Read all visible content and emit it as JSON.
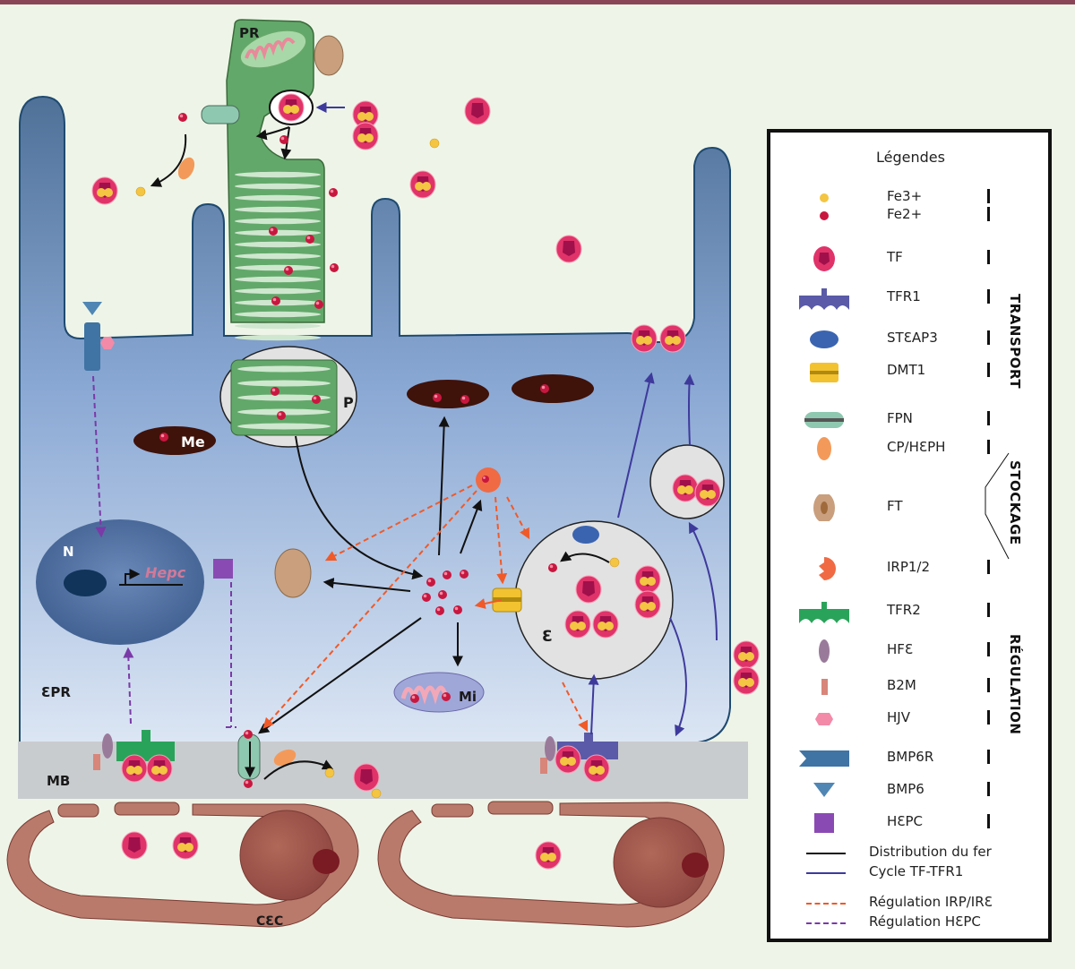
{
  "colors": {
    "background": "#eef5e8",
    "top_band": "#8a4656",
    "epr_cell": "#7f9cc8",
    "photoreceptor": "#62a86a",
    "membrane": "#c9cccf",
    "capillary": "#b97a6c",
    "fe3": "#f4c542",
    "fe2": "#c8173f",
    "tf": "#e0336a",
    "tfr1": "#5a5aa8",
    "tfr2": "#2aa35a",
    "steap3": "#3a64b0",
    "dmt1": "#f2c230",
    "fpn": "#8fc8b0",
    "cp_heph": "#f39a5a",
    "ft": "#c99f7e",
    "irp": "#f06a44",
    "hfe": "#9a7a9a",
    "b2m": "#d8857a",
    "hjv": "#f28aa8",
    "bmp6r": "#3f74a4",
    "bmp6": "#4f86b4",
    "hepc": "#8a4ab4",
    "arrow_iron": "#111111",
    "arrow_cycle": "#3e3a9c",
    "arrow_irp": "#f05a28",
    "arrow_hepc": "#7a3aa8"
  },
  "diagram_labels": {
    "pr": "PR",
    "p": "P",
    "me": "Me",
    "n": "N",
    "hepc_gene": "Hepc",
    "e": "Ɛ",
    "mi": "Mi",
    "epr": "ƐPR",
    "mb": "MB",
    "cec": "CƐC"
  },
  "legend": {
    "title": "Légendes",
    "items": [
      {
        "label": "Fe3+",
        "icon": "fe3-icon"
      },
      {
        "label": "Fe2+",
        "icon": "fe2-icon"
      },
      {
        "label": "TF",
        "icon": "tf-icon"
      },
      {
        "label": "TFR1",
        "icon": "tfr1-icon"
      },
      {
        "label": "STƐAP3",
        "icon": "steap3-icon"
      },
      {
        "label": "DMT1",
        "icon": "dmt1-icon"
      },
      {
        "label": "FPN",
        "icon": "fpn-icon"
      },
      {
        "label": "CP/HƐPH",
        "icon": "cp-heph-icon"
      },
      {
        "label": "FT",
        "icon": "ferritin-icon"
      },
      {
        "label": "IRP1/2",
        "icon": "irp-icon"
      },
      {
        "label": "TFR2",
        "icon": "tfr2-icon"
      },
      {
        "label": "HFƐ",
        "icon": "hfe-icon"
      },
      {
        "label": "B2M",
        "icon": "b2m-icon"
      },
      {
        "label": "HJV",
        "icon": "hjv-icon"
      },
      {
        "label": "BMP6R",
        "icon": "bmp6r-icon"
      },
      {
        "label": "BMP6",
        "icon": "bmp6-icon"
      },
      {
        "label": "HƐPC",
        "icon": "hepc-icon"
      }
    ],
    "groups": {
      "transport": "TRANSPORT",
      "stockage": "STOCKAGE",
      "regulation": "RÉGULATION"
    },
    "lines": [
      {
        "label": "Distribution du fer",
        "style": "solid",
        "color_key": "arrow_iron"
      },
      {
        "label": "Cycle TF-TFR1",
        "style": "solid",
        "color_key": "arrow_cycle"
      },
      {
        "label": "Régulation IRP/IRƐ",
        "style": "dashed",
        "color_key": "arrow_irp"
      },
      {
        "label": "Régulation HƐPC",
        "style": "dashed",
        "color_key": "arrow_hepc"
      }
    ]
  }
}
